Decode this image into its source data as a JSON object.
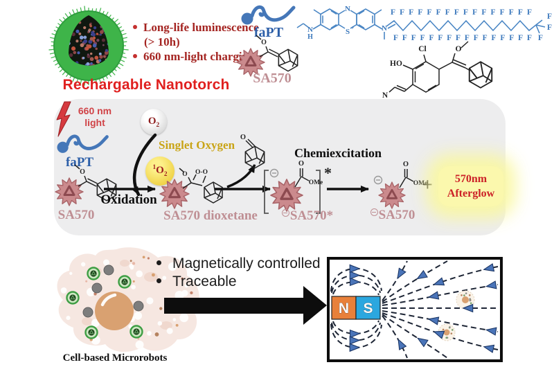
{
  "colors": {
    "title_red": "#e0201f",
    "feature_red": "#a42421",
    "fapt_blue": "#2d5fa8",
    "structure_blue": "#4a86c4",
    "sa570_mauve": "#bf8f94",
    "singlet_gold": "#c9a416",
    "light_red": "#d04347",
    "afterglow_red": "#cc2127",
    "afterglow_glow": "#fbf8ad",
    "magnet_orange": "#e8803a",
    "magnet_blue": "#2ba7df",
    "nanotorch_green": "#3eb449",
    "panel_gray": "#ededee",
    "field_arrow_blue": "#4a74b8"
  },
  "atoms": {
    "o": "O",
    "o_o": "O-O",
    "ome": "OMe",
    "ho": "HO",
    "cl": "Cl",
    "n": "N",
    "h": "H",
    "s": "S",
    "plus": "+",
    "f": "F"
  },
  "top": {
    "title": "Rechargable Nanotorch",
    "features": {
      "b1_l1": "Long-life luminescence",
      "b1_l2": "(> 10h)",
      "b2": "660 nm-light charging"
    },
    "fapt_label": "faPT",
    "sa570_label": "SA570",
    "fluorine_row_top": "F F F F F F F F F F F F F F F F",
    "fluorine_row_bottom": "F F F F F F F F F F F F F F F F"
  },
  "scheme": {
    "light_line1": "660 nm",
    "light_line2": "light",
    "fapt_label": "faPT",
    "o2": {
      "base": "O",
      "sub": "2"
    },
    "singlet_oxygen": "Singlet Oxygen",
    "singlet_o2": {
      "sup": "1",
      "base": "O",
      "sub": "2"
    },
    "sa570_label": "SA570",
    "oxidation": "Oxidation",
    "dioxetane_label": "SA570 dioxetane",
    "chemiexcitation": "Chemiexcitation",
    "bracket_star": "*",
    "excited_label": "SA570*",
    "ground_label": "SA570",
    "plus": "+",
    "afterglow_line1": "570nm",
    "afterglow_line2": "Afterglow"
  },
  "bottom": {
    "bullet1": "Magnetically controlled",
    "bullet2": "Traceable",
    "cell_label": "Cell-based Microrobots",
    "magnet_n": "N",
    "magnet_s": "S"
  }
}
